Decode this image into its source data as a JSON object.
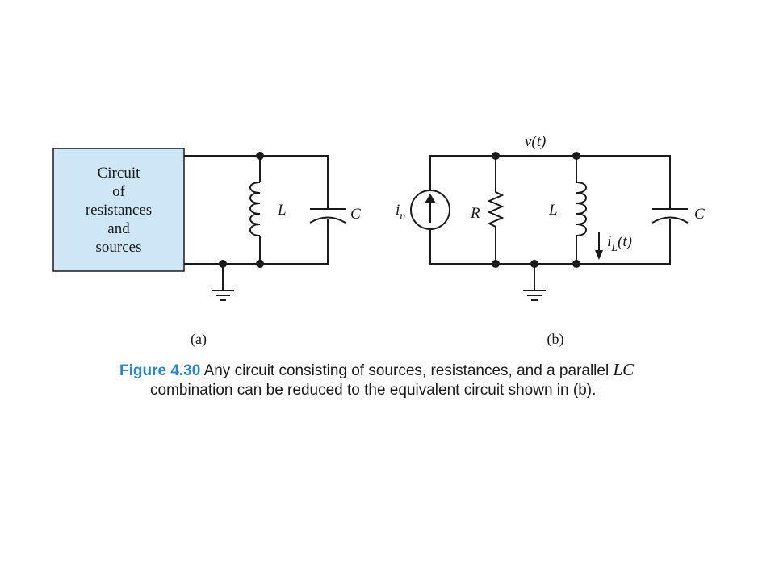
{
  "figure": {
    "number": "Figure 4.30",
    "caption_part1": "Any circuit consisting of sources, resistances, and a parallel",
    "caption_math": "LC",
    "caption_part2": "combination can be reduced to the equivalent circuit shown in (b)."
  },
  "circuit_a": {
    "box_lines": [
      "Circuit",
      "of",
      "resistances",
      "and",
      "sources"
    ],
    "box_fill": "#cfe6f7",
    "inductor_label": "L",
    "capacitor_label": "C",
    "sublabel": "(a)"
  },
  "circuit_b": {
    "voltage_label": "v(t)",
    "source_label_main": "i",
    "source_label_sub": "n",
    "resistor_label": "R",
    "inductor_label": "L",
    "capacitor_label": "C",
    "current_label_main": "i",
    "current_label_sub": "L",
    "current_label_tail": "(t)",
    "sublabel": "(b)"
  },
  "colors": {
    "caption_accent": "#2a86c6",
    "wire": "#1a1a1a"
  }
}
